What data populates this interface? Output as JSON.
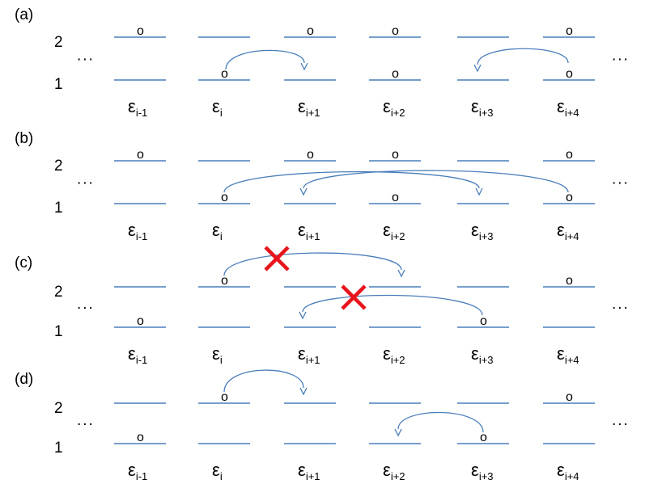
{
  "columns": [
    {
      "base": "ε",
      "sub": "i-1"
    },
    {
      "base": "ε",
      "sub": "i"
    },
    {
      "base": "ε",
      "sub": "i+1"
    },
    {
      "base": "ε",
      "sub": "i+2"
    },
    {
      "base": "ε",
      "sub": "i+3"
    },
    {
      "base": "ε",
      "sub": "i+4"
    }
  ],
  "level_labels": [
    "2",
    "1"
  ],
  "occupancy_marker": "o",
  "ellipsis": "...",
  "panels": [
    {
      "label": "(a)",
      "occupied": [
        [
          2,
          0
        ],
        [
          2,
          2
        ],
        [
          2,
          3
        ],
        [
          2,
          5
        ],
        [
          1,
          1
        ],
        [
          1,
          3
        ],
        [
          1,
          5
        ]
      ],
      "arrows": [
        {
          "from_col": 1,
          "to_col": 2,
          "level": 1,
          "style": "small"
        },
        {
          "from_col": 5,
          "to_col": 4,
          "level": 1,
          "style": "small"
        }
      ],
      "crossed": []
    },
    {
      "label": "(b)",
      "occupied": [
        [
          2,
          0
        ],
        [
          2,
          2
        ],
        [
          2,
          3
        ],
        [
          2,
          5
        ],
        [
          1,
          1
        ],
        [
          1,
          3
        ],
        [
          1,
          5
        ]
      ],
      "arrows": [
        {
          "from_col": 1,
          "to_col": 4,
          "level": 1,
          "style": "long"
        },
        {
          "from_col": 5,
          "to_col": 2,
          "level": 1,
          "style": "long"
        }
      ],
      "crossed": []
    },
    {
      "label": "(c)",
      "occupied": [
        [
          2,
          1
        ],
        [
          2,
          5
        ],
        [
          1,
          0
        ],
        [
          1,
          4
        ]
      ],
      "arrows": [
        {
          "from_col": 1,
          "to_col": 3,
          "level": 2,
          "style": "medium"
        },
        {
          "from_col": 4,
          "to_col": 2,
          "level": 1,
          "style": "medium"
        }
      ],
      "crossed": [
        0,
        1
      ]
    },
    {
      "label": "(d)",
      "occupied": [
        [
          2,
          1
        ],
        [
          2,
          5
        ],
        [
          1,
          0
        ],
        [
          1,
          4
        ]
      ],
      "arrows": [
        {
          "from_col": 1,
          "to_col": 2,
          "level": 2,
          "style": "small"
        },
        {
          "from_col": 4,
          "to_col": 3,
          "level": 1,
          "style": "small"
        }
      ],
      "crossed": []
    }
  ]
}
